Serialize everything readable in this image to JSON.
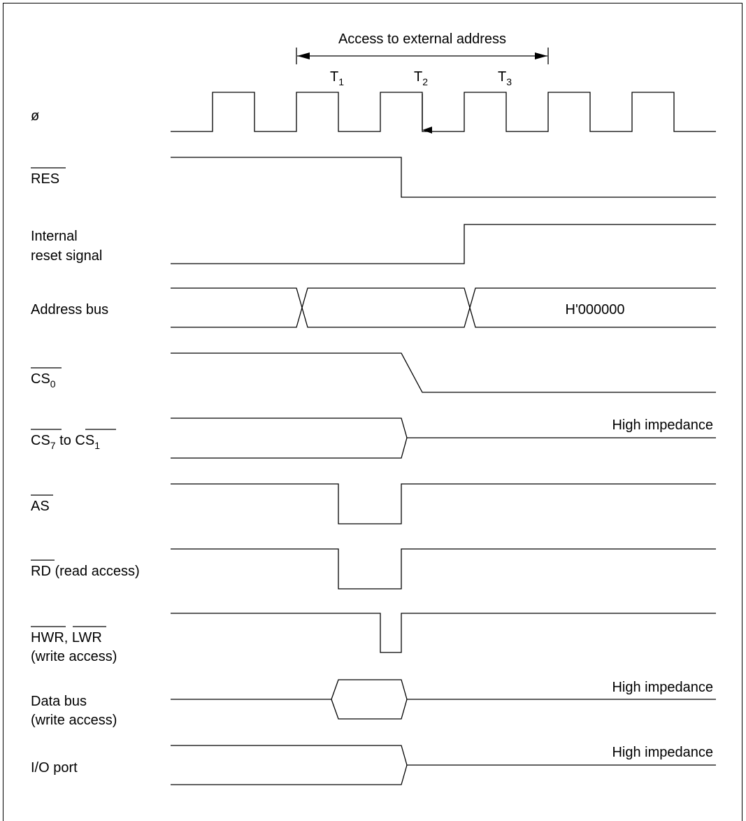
{
  "header": {
    "access_label": "Access to external address",
    "t1": "T",
    "t1_sub": "1",
    "t2": "T",
    "t2_sub": "2",
    "t3": "T",
    "t3_sub": "3"
  },
  "signals": {
    "phi": "ø",
    "res": "RES",
    "internal_reset_1": "Internal",
    "internal_reset_2": "reset signal",
    "address_bus": "Address bus",
    "cs0_main": "CS",
    "cs0_sub": "0",
    "cs7": "CS",
    "cs7_sub": "7",
    "to": " to ",
    "cs1": "CS",
    "cs1_sub": "1",
    "as": "AS",
    "rd": "RD",
    "rd_suffix": " (read access)",
    "hwr": "HWR",
    "comma": ", ",
    "lwr": "LWR",
    "write_access": "(write access)",
    "data_bus_1": "Data bus",
    "data_bus_2": "(write access)",
    "io_port": "I/O port"
  },
  "annotations": {
    "address_value": "H'000000",
    "cs_high_z": "High impedance",
    "data_high_z": "High impedance",
    "io_high_z": "High impedance"
  }
}
